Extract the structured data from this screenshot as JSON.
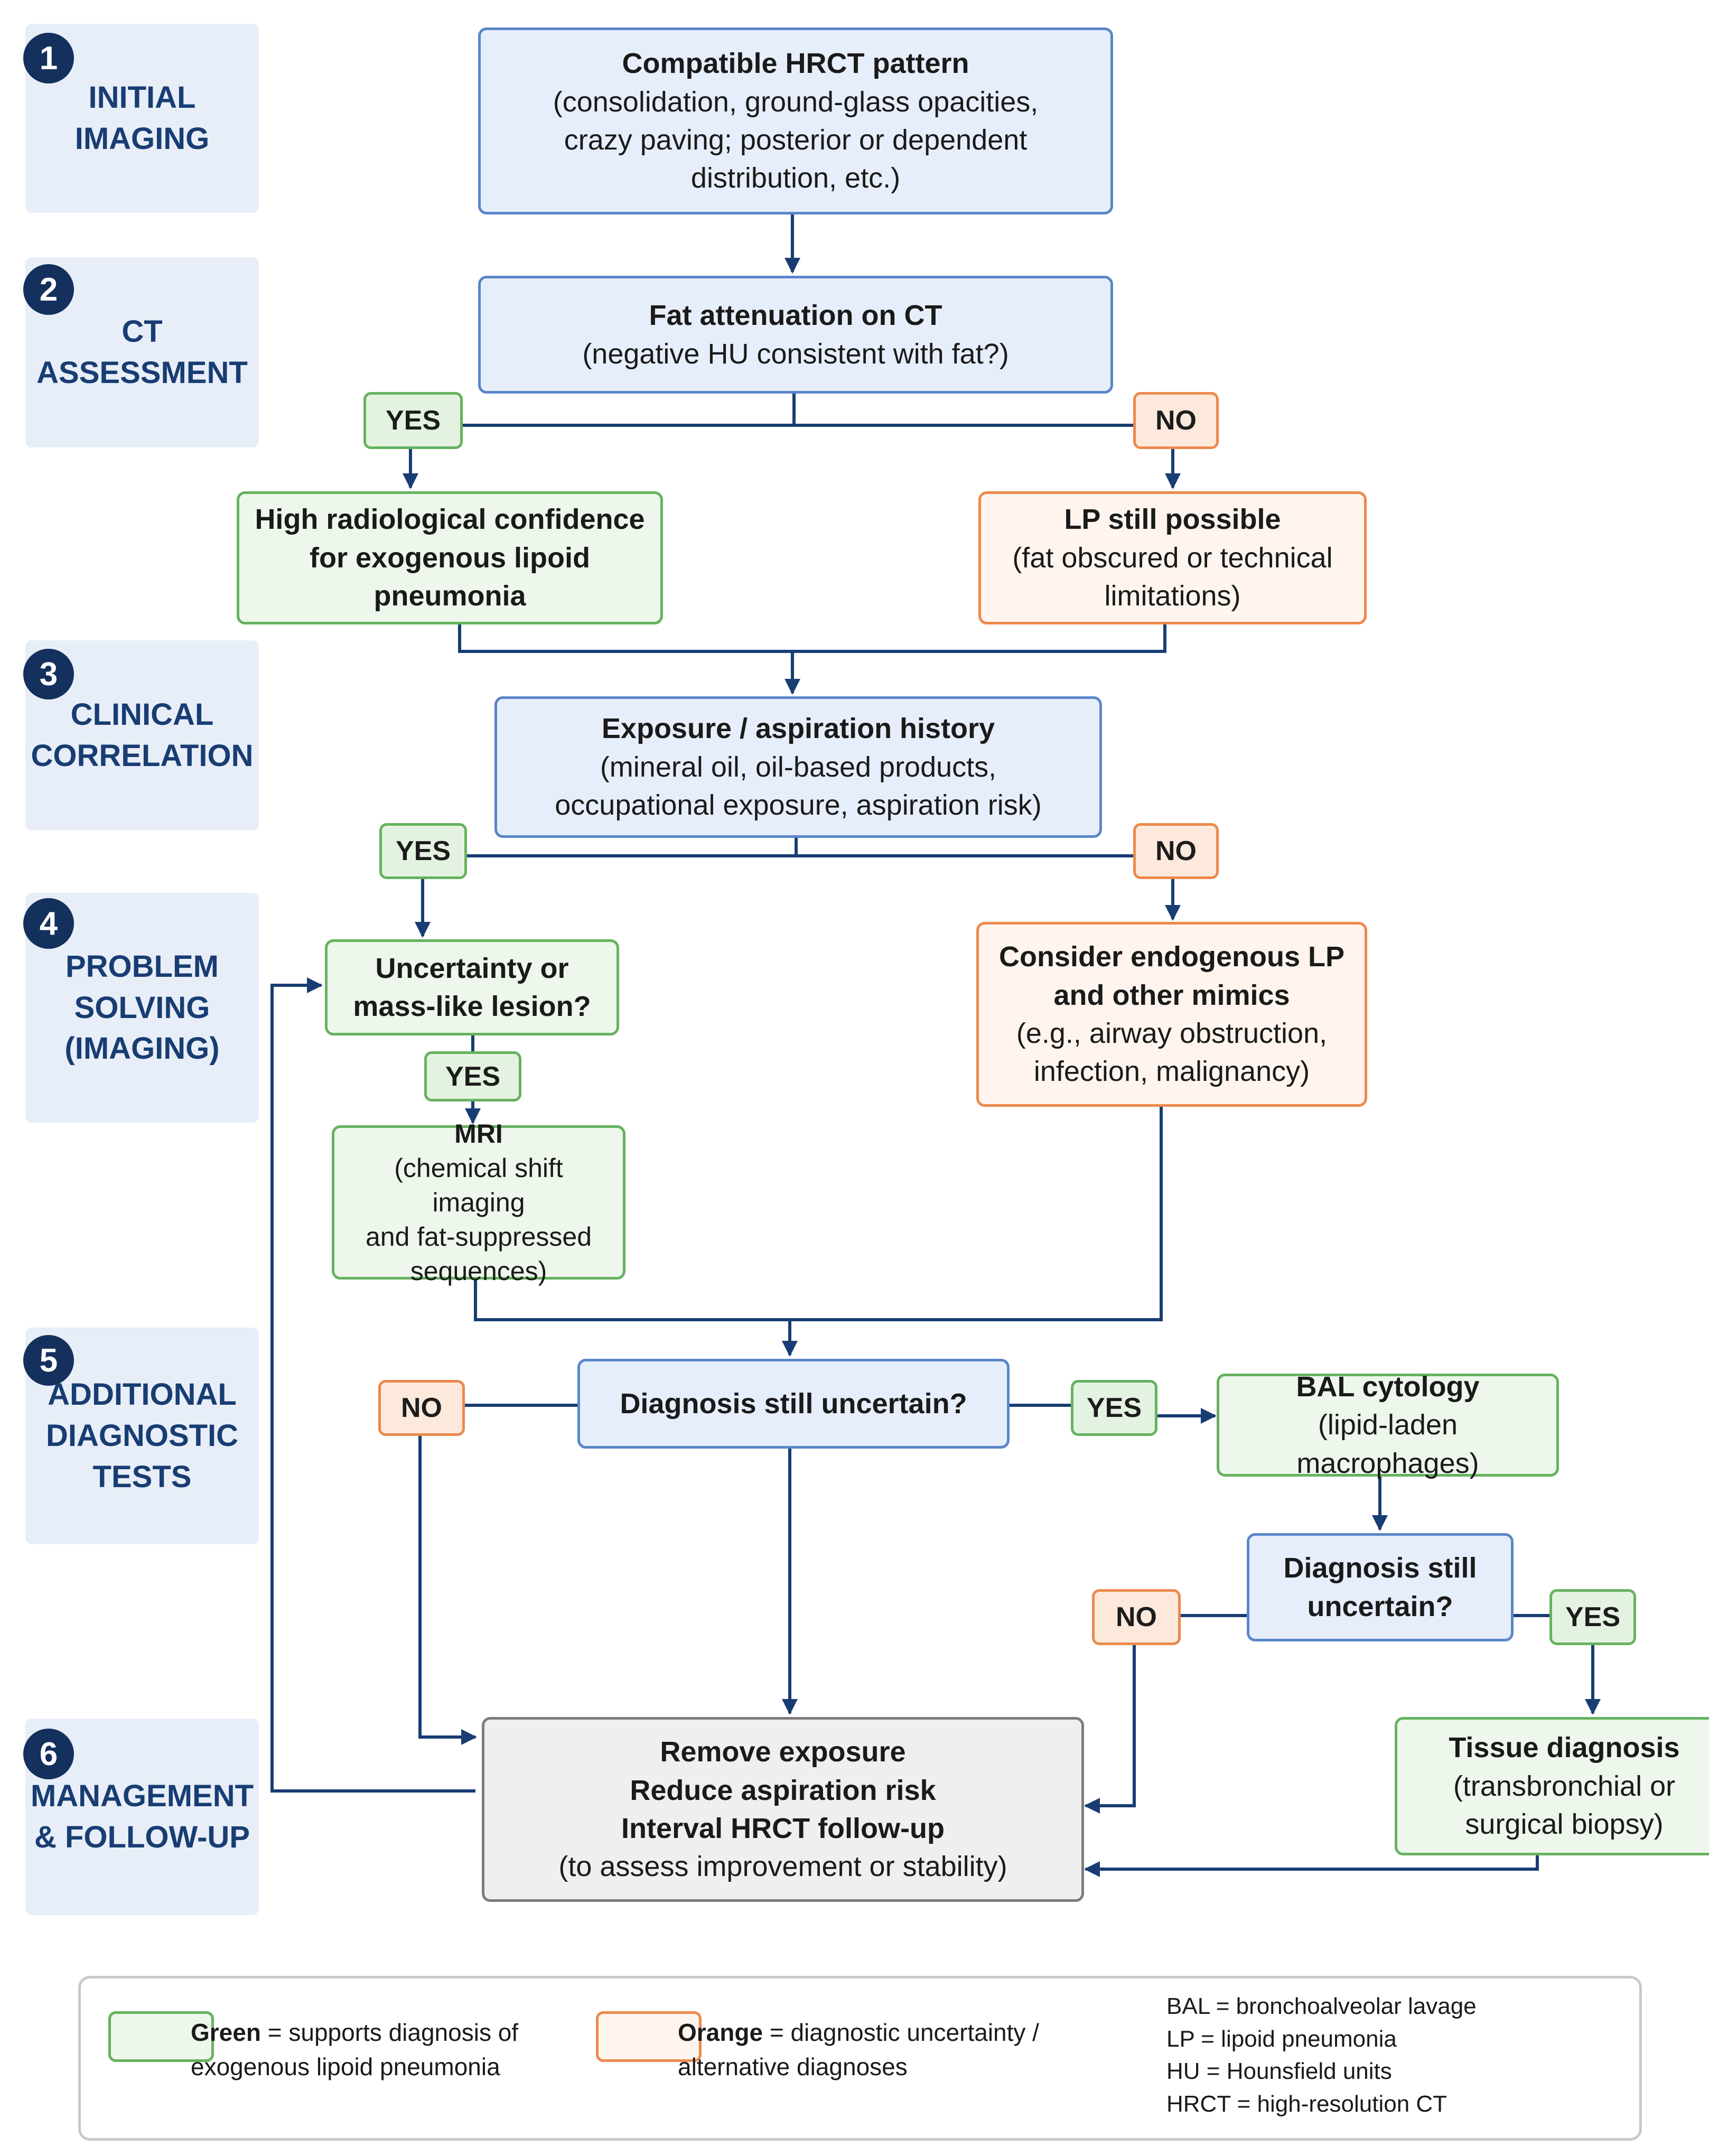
{
  "stages": [
    {
      "number": "1",
      "label": "INITIAL\nIMAGING"
    },
    {
      "number": "2",
      "label": "CT\nASSESSMENT"
    },
    {
      "number": "3",
      "label": "CLINICAL\nCORRELATION"
    },
    {
      "number": "4",
      "label": "PROBLEM\nSOLVING\n(IMAGING)"
    },
    {
      "number": "5",
      "label": "ADDITIONAL\nDIAGNOSTIC\nTESTS"
    },
    {
      "number": "6",
      "label": "MANAGEMENT\n& FOLLOW-UP"
    }
  ],
  "nodes": {
    "hrct": {
      "title": "Compatible HRCT pattern",
      "lines": [
        "(consolidation, ground-glass opacities,",
        "crazy paving; posterior or dependent",
        "distribution, etc.)"
      ]
    },
    "fat": {
      "title": "Fat attenuation on CT",
      "lines": [
        "(negative HU consistent with fat?)"
      ]
    },
    "high_conf": {
      "title_lines": [
        "High radiological confidence",
        "for exogenous lipoid",
        "pneumonia"
      ]
    },
    "lp_possible": {
      "title": "LP still possible",
      "lines": [
        "(fat obscured or technical",
        "limitations)"
      ]
    },
    "exposure": {
      "title": "Exposure / aspiration history",
      "lines": [
        "(mineral oil, oil-based products,",
        "occupational exposure, aspiration risk)"
      ]
    },
    "uncertainty": {
      "title_lines": [
        "Uncertainty or",
        "mass-like lesion?"
      ]
    },
    "endogenous": {
      "title_lines": [
        "Consider endogenous LP",
        "and other mimics"
      ],
      "lines": [
        "(e.g., airway obstruction,",
        "infection, malignancy)"
      ]
    },
    "mri": {
      "title": "MRI",
      "lines": [
        "(chemical shift imaging",
        "and fat-suppressed",
        "sequences)"
      ]
    },
    "diag_uncertain": {
      "title": "Diagnosis still uncertain?"
    },
    "bal": {
      "title": "BAL cytology",
      "lines": [
        "(lipid-laden macrophages)"
      ]
    },
    "diag_uncertain2": {
      "title_lines": [
        "Diagnosis still",
        "uncertain?"
      ]
    },
    "tissue": {
      "title": "Tissue diagnosis",
      "lines": [
        "(transbronchial or",
        "surgical biopsy)"
      ]
    },
    "manage": {
      "title_lines": [
        "Remove exposure",
        "Reduce aspiration risk",
        "Interval HRCT follow-up"
      ],
      "lines": [
        "(to assess improvement or stability)"
      ]
    }
  },
  "tags": {
    "yes": "YES",
    "no": "NO"
  },
  "legend": {
    "green_key": "Green",
    "green_text_1": " = supports diagnosis of",
    "green_text_2": "exogenous lipoid pneumonia",
    "orange_key": "Orange",
    "orange_text_1": " =  diagnostic uncertainty /",
    "orange_text_2": "alternative diagnoses",
    "abbreviations": [
      "BAL = bronchoalveolar lavage",
      "LP = lipoid pneumonia",
      "HU = Hounsfield units",
      "HRCT = high-resolution CT"
    ]
  },
  "colors": {
    "blue_fill": "#e7eefb",
    "blue_border": "#5a86c9",
    "green_border": "#66b25f",
    "orange_border": "#ec8a4c",
    "connector": "#183d73",
    "stage_badge": "#14305c"
  }
}
